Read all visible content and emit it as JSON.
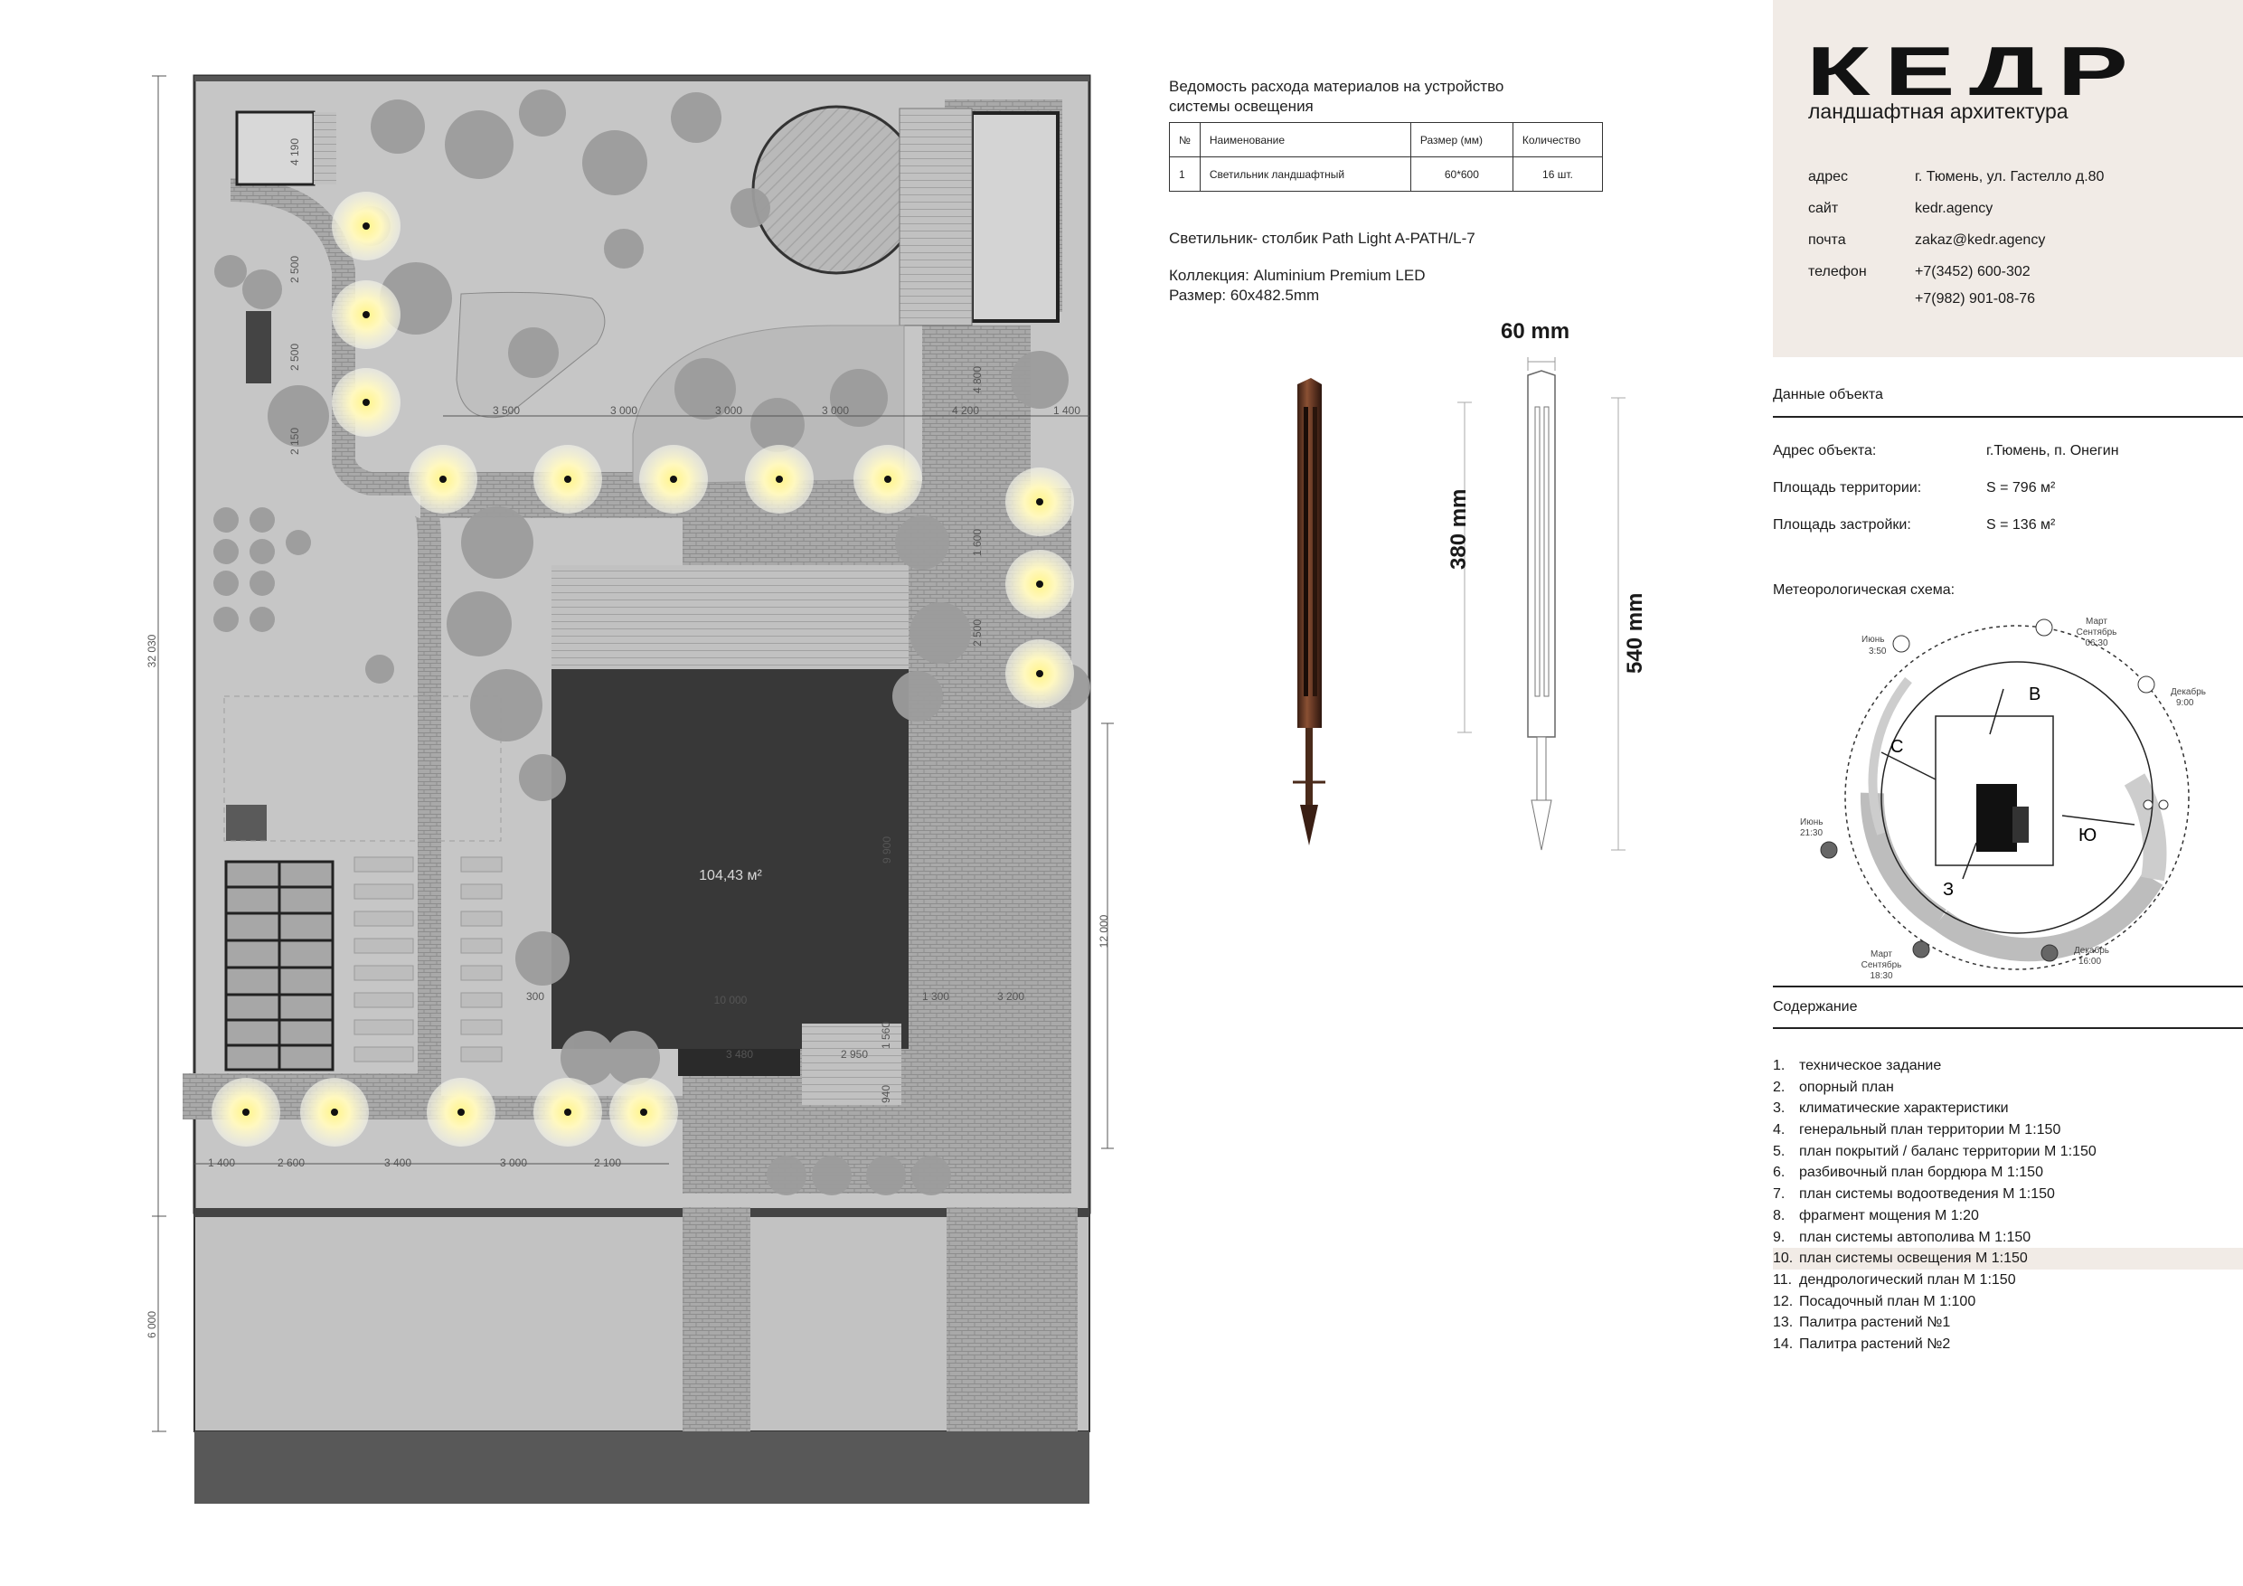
{
  "plan": {
    "dimensions_vertical_left": [
      "32 030",
      "6 000"
    ],
    "dimensions_path": [
      "4 190",
      "2 500",
      "2 500",
      "2 150"
    ],
    "dimensions_row": [
      "3 500",
      "3 000",
      "3 000",
      "3 000",
      "4 200",
      "1 400"
    ],
    "dimensions_right_path": [
      "4 800",
      "1 600",
      "2 500"
    ],
    "dimensions_bottom": [
      "1 400",
      "2 600",
      "3 400",
      "3 000",
      "2 100"
    ],
    "dimensions_house": [
      "10 000",
      "9 900",
      "300",
      "1 300",
      "3 200",
      "3 480",
      "2 950",
      "1 560",
      "12 000",
      "940"
    ],
    "house_area": "104,43 м²"
  },
  "materials": {
    "title_line1": "Ведомость расхода материалов на устройство",
    "title_line2": "системы освещения",
    "headers": [
      "№",
      "Наименование",
      "Размер (мм)",
      "Количество"
    ],
    "rows": [
      [
        "1",
        "Светильник ландшафтный",
        "60*600",
        "16 шт."
      ]
    ]
  },
  "lamp": {
    "name": "Светильник- столбик Path Light A-PATH/L-7",
    "collection": "Коллекция: Aluminium Premium LED",
    "size": "Размер: 60x482.5mm",
    "dim_width": "60 mm",
    "dim_body": "380 mm",
    "dim_total": "540 mm"
  },
  "brand": {
    "logo": "КЕДР",
    "subtitle": "ландшафтная архитектура",
    "contacts": [
      {
        "label": "адрес",
        "value": "г. Тюмень, ул. Гастелло д.80"
      },
      {
        "label": "сайт",
        "value": "kedr.agency"
      },
      {
        "label": "почта",
        "value": "zakaz@kedr.agency"
      },
      {
        "label": "телефон",
        "value": "+7(3452) 600-302"
      },
      {
        "label": "",
        "value": "+7(982) 901-08-76"
      }
    ]
  },
  "object": {
    "section_title": "Данные объекта",
    "rows": [
      {
        "label": "Адрес объекта:",
        "value": "г.Тюмень, п. Онегин"
      },
      {
        "label": "Площадь территории:",
        "value": "S = 796 м²"
      },
      {
        "label": "Площадь застройки:",
        "value": "S = 136 м²"
      }
    ]
  },
  "meteo": {
    "title": "Метеорологическая схема:",
    "directions": {
      "north": "С",
      "east": "В",
      "south": "Ю",
      "west": "З"
    },
    "sun_june_rise": [
      "Июнь",
      "3:50"
    ],
    "sun_equinox_rise": [
      "Март",
      "Сентябрь",
      "06:30"
    ],
    "sun_dec_rise": [
      "Декабрь",
      "9:00"
    ],
    "sun_june_set": [
      "Июнь",
      "21:30"
    ],
    "sun_equinox_set": [
      "Март",
      "Сентябрь",
      "18:30"
    ],
    "sun_dec_set": [
      "Декабрь",
      "16:00"
    ]
  },
  "contents": {
    "title": "Содержание",
    "active_index": 9,
    "items": [
      "техническое задание",
      "опорный план",
      "климатические характеристики",
      "генеральный план территории М 1:150",
      "план покрытий / баланс территории М 1:150",
      "разбивочный план бордюра М 1:150",
      "план системы водоотведения М 1:150",
      "фрагмент мощения М 1:20",
      "план системы автополива М 1:150",
      "план системы освещения М 1:150",
      "дендрологический план М 1:150",
      "Посадочный план М 1:100",
      "Палитра растений №1",
      "Палитра растений №2"
    ]
  },
  "colors": {
    "lawn": "#c6c6c6",
    "paving": "#b0b0b0",
    "house": "#383838",
    "light_glow": "#fff6a0",
    "brand_bg": "#f1ebe6"
  }
}
